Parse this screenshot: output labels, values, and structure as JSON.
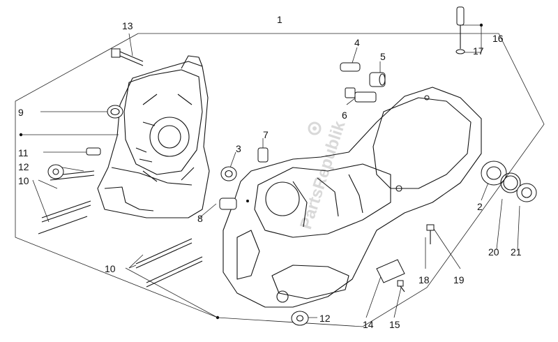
{
  "diagram": {
    "watermark": "PartsRepublik",
    "callouts": [
      "1",
      "2",
      "3",
      "4",
      "5",
      "6",
      "7",
      "8",
      "9",
      "10",
      "10",
      "11",
      "12",
      "12",
      "13",
      "14",
      "15",
      "16",
      "17",
      "18",
      "19",
      "20",
      "21"
    ]
  }
}
